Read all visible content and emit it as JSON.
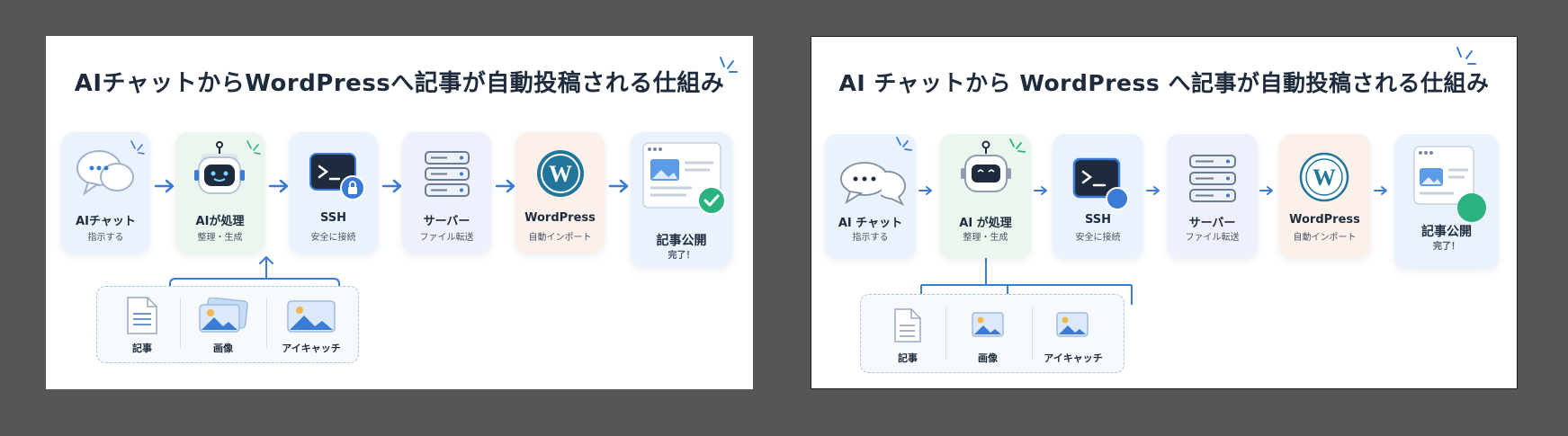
{
  "panels": [
    {
      "title": "AIチャットからWordPressへ記事が自動投稿される仕組み",
      "steps": [
        {
          "label": "AIチャット",
          "sub": "指示する",
          "icon": "chat-bubbles-icon"
        },
        {
          "label": "AIが処理",
          "sub": "整理・生成",
          "icon": "robot-icon"
        },
        {
          "label": "SSH",
          "sub": "安全に接続",
          "icon": "terminal-lock-icon"
        },
        {
          "label": "サーバー",
          "sub": "ファイル転送",
          "icon": "server-icon"
        },
        {
          "label": "WordPress",
          "sub": "自動インポート",
          "icon": "wordpress-icon"
        },
        {
          "label": "記事公開",
          "sub": "完了！",
          "icon": "published-article-icon"
        }
      ],
      "inputs": [
        {
          "label": "記事",
          "icon": "document-icon"
        },
        {
          "label": "画像",
          "icon": "image-icon"
        },
        {
          "label": "アイキャッチ",
          "icon": "eyecatch-image-icon"
        }
      ]
    },
    {
      "title": "AI チャットから WordPress へ記事が自動投稿される仕組み",
      "steps": [
        {
          "label": "AI チャット",
          "sub": "指示する",
          "icon": "chat-bubbles-icon"
        },
        {
          "label": "AI が処理",
          "sub": "整理・生成",
          "icon": "robot-icon"
        },
        {
          "label": "SSH",
          "sub": "安全に接続",
          "icon": "terminal-icon"
        },
        {
          "label": "サーバー",
          "sub": "ファイル転送",
          "icon": "server-icon"
        },
        {
          "label": "WordPress",
          "sub": "自動インポート",
          "icon": "wordpress-icon"
        },
        {
          "label": "記事公開",
          "sub": "完了！",
          "icon": "published-article-icon"
        }
      ],
      "inputs": [
        {
          "label": "記事",
          "icon": "document-icon"
        },
        {
          "label": "画像",
          "icon": "image-icon"
        },
        {
          "label": "アイキャッチ",
          "icon": "eyecatch-image-icon"
        }
      ]
    }
  ],
  "colors": {
    "background": "#565656",
    "accent": "#3a7bd5",
    "title": "#1e2b3c",
    "card_blue": "#eaf2fd",
    "card_green": "#eaf6ee",
    "card_purple": "#eef0fb",
    "card_orange": "#fcf1ea",
    "check": "#2bb37f",
    "wordpress": "#21759b"
  }
}
